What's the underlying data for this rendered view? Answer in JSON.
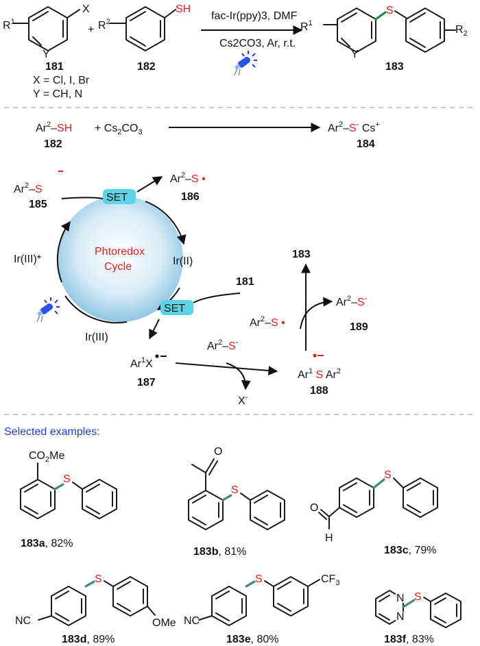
{
  "scheme": {
    "reagent_top": "fac-Ir(ppy)3, DMF",
    "reagent_bottom": "Cs2CO3, Ar, r.t.",
    "labels": {
      "c181": "181",
      "c182": "182",
      "c183": "183",
      "c184": "184",
      "c185": "185",
      "c186": "186",
      "c187": "187",
      "c188": "188",
      "c189": "189"
    },
    "conditions": [
      "X = Cl, I, Br",
      "Y = CH, N"
    ],
    "r_groups": {
      "r1": "R",
      "r2": "R",
      "x": "X",
      "y": "Y",
      "s": "S"
    }
  },
  "mechanism": {
    "deprotonation_left": "Ar2–SH",
    "deprotonation_base": "+ Cs2CO3",
    "deprotonation_product": "Ar2–S− Cs+",
    "cycle_title_1": "Phtoredox",
    "cycle_title_2": "Cycle",
    "set_label": "SET",
    "ir_iii_star": "Ir(III)*",
    "ir_ii": "Ir(II)",
    "ir_iii": "Ir(III)",
    "radical_anion": "Ar1X",
    "byproduct": "X-",
    "thiolate_reagent": "Ar2–S-"
  },
  "examples": {
    "heading": "Selected examples:",
    "items": [
      {
        "id": "183a",
        "yield": ", 82%"
      },
      {
        "id": "183b",
        "yield": ", 81%"
      },
      {
        "id": "183c",
        "yield": ", 79%"
      },
      {
        "id": "183d",
        "yield": ", 89%"
      },
      {
        "id": "183e",
        "yield": ", 80%"
      },
      {
        "id": "183f",
        "yield": ", 83%"
      }
    ],
    "substituents": {
      "co2me": "CO2Me",
      "o": "O",
      "h": "H",
      "nc": "NC",
      "ome": "OMe",
      "cf3": "CF3",
      "n": "N"
    }
  },
  "colors": {
    "sulfur": "#e0211b",
    "bond_green": "#1f8a3a",
    "bond_teal": "#3e8a83",
    "set_box": "#5fd3e6",
    "heading": "#1f3ccf"
  },
  "icons": [
    "blue-lamp-icon"
  ]
}
